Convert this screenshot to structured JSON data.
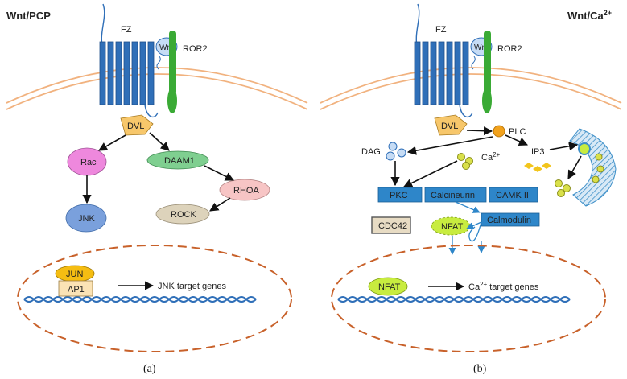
{
  "panel_a": {
    "title": "Wnt/PCP",
    "fz": "FZ",
    "wnt": "Wnt",
    "ror2": "ROR2",
    "dvl": "DVL",
    "rac": "Rac",
    "daam1": "DAAM1",
    "rhoa": "RHOA",
    "jnk": "JNK",
    "rock": "ROCK",
    "jun": "JUN",
    "ap1": "AP1",
    "target": "JNK target genes",
    "caption": "(a)"
  },
  "panel_b": {
    "title_main": "Wnt/Ca",
    "title_sup": "2+",
    "fz": "FZ",
    "wnt": "Wnt",
    "ror2": "ROR2",
    "dvl": "DVL",
    "plc": "PLC",
    "dag": "DAG",
    "ca": "Ca",
    "ca_sup": "2+",
    "ip3": "IP3",
    "pkc": "PKC",
    "calcineurin": "Calcineurin",
    "camk": "CAMK II",
    "cdc42": "CDC42",
    "nfat_cyto": "NFAT",
    "calmodulin": "Calmodulin",
    "nfat_nuc": "NFAT",
    "target_main": "Ca",
    "target_sup": "2+",
    "target_rest": " target genes",
    "caption": "(b)"
  },
  "colors": {
    "receptor_blue": "#2f6fb8",
    "ror2_green": "#3aaa35",
    "membrane_orange": "#f1b27f",
    "nucleus_orange": "#c8612a",
    "dna_blue": "#2f6fb8",
    "dvl_yellow": "#f7c76b",
    "rac_pink": "#ee88dd",
    "daam1_green": "#7fcf90",
    "rhoa_pink": "#f7c5c5",
    "jnk_blue": "#7aa0dc",
    "rock_tan": "#ddd3bb",
    "jun_yellow": "#f5bd12",
    "ap1_cream": "#fbe3b5",
    "plc_orange": "#f2a21c",
    "calcium_yellow": "#d9e04a",
    "box_blue": "#2e86c9",
    "cdc42_tan": "#e8dcc4",
    "nfat_green": "#c8ec3f",
    "er_blue": "#3d8fc8"
  }
}
